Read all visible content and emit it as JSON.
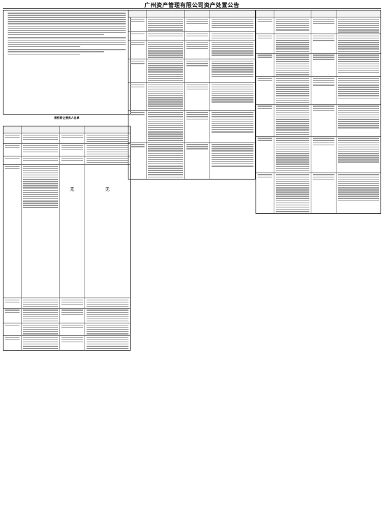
{
  "title": "广州资产管理有限公司资产处置公告",
  "notice_subheading": "债权转让债务人名单",
  "dash": "无",
  "columns": 3
}
